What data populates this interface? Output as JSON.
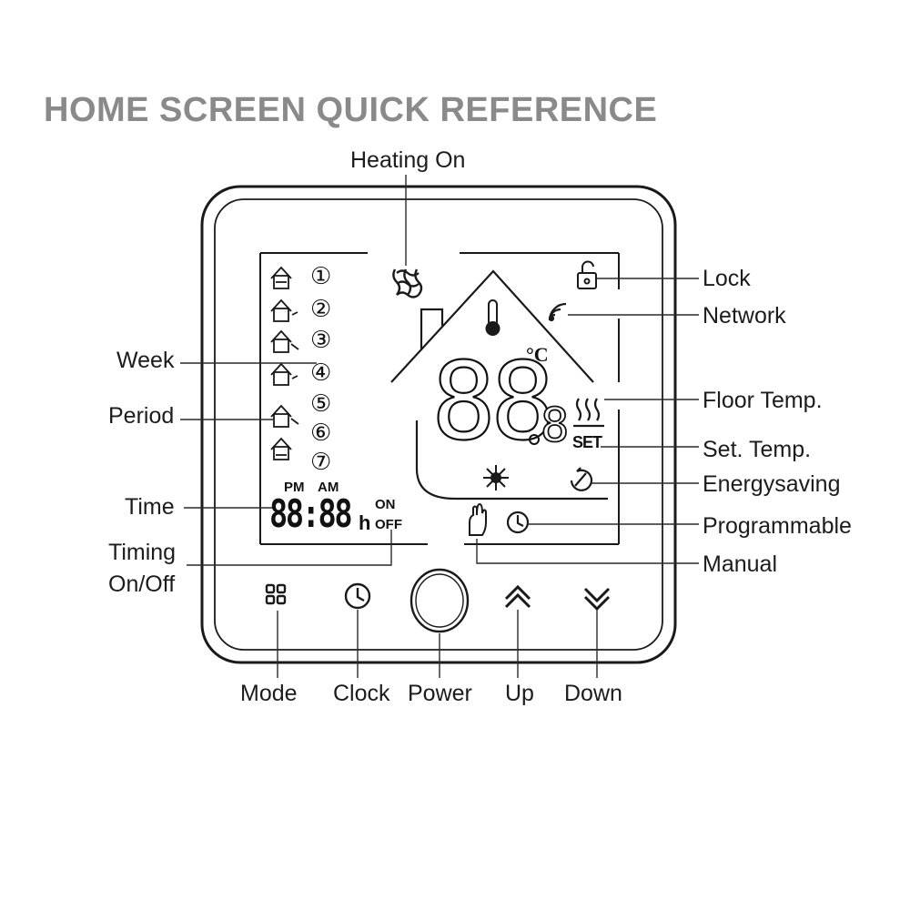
{
  "title": "HOME SCREEN QUICK REFERENCE",
  "labels": {
    "heating_on": "Heating On",
    "lock": "Lock",
    "network": "Network",
    "floor_temp": "Floor Temp.",
    "set_temp": "Set. Temp.",
    "energysaving": "Energysaving",
    "programmable": "Programmable",
    "manual": "Manual",
    "week": "Week",
    "period": "Period",
    "time": "Time",
    "timing_line1": "Timing",
    "timing_line2": "On/Off"
  },
  "buttons": {
    "mode": "Mode",
    "clock": "Clock",
    "power": "Power",
    "up": "Up",
    "down": "Down"
  },
  "display": {
    "pm": "PM",
    "am": "AM",
    "on": "ON",
    "off": "OFF",
    "set": "SET",
    "celsius": "°C",
    "hour_unit": "h",
    "time_digits": "88:88",
    "temp_digits": "88",
    "decimal_digit": "8",
    "day_numbers": [
      "①",
      "②",
      "③",
      "④",
      "⑤",
      "⑥",
      "⑦"
    ]
  }
}
